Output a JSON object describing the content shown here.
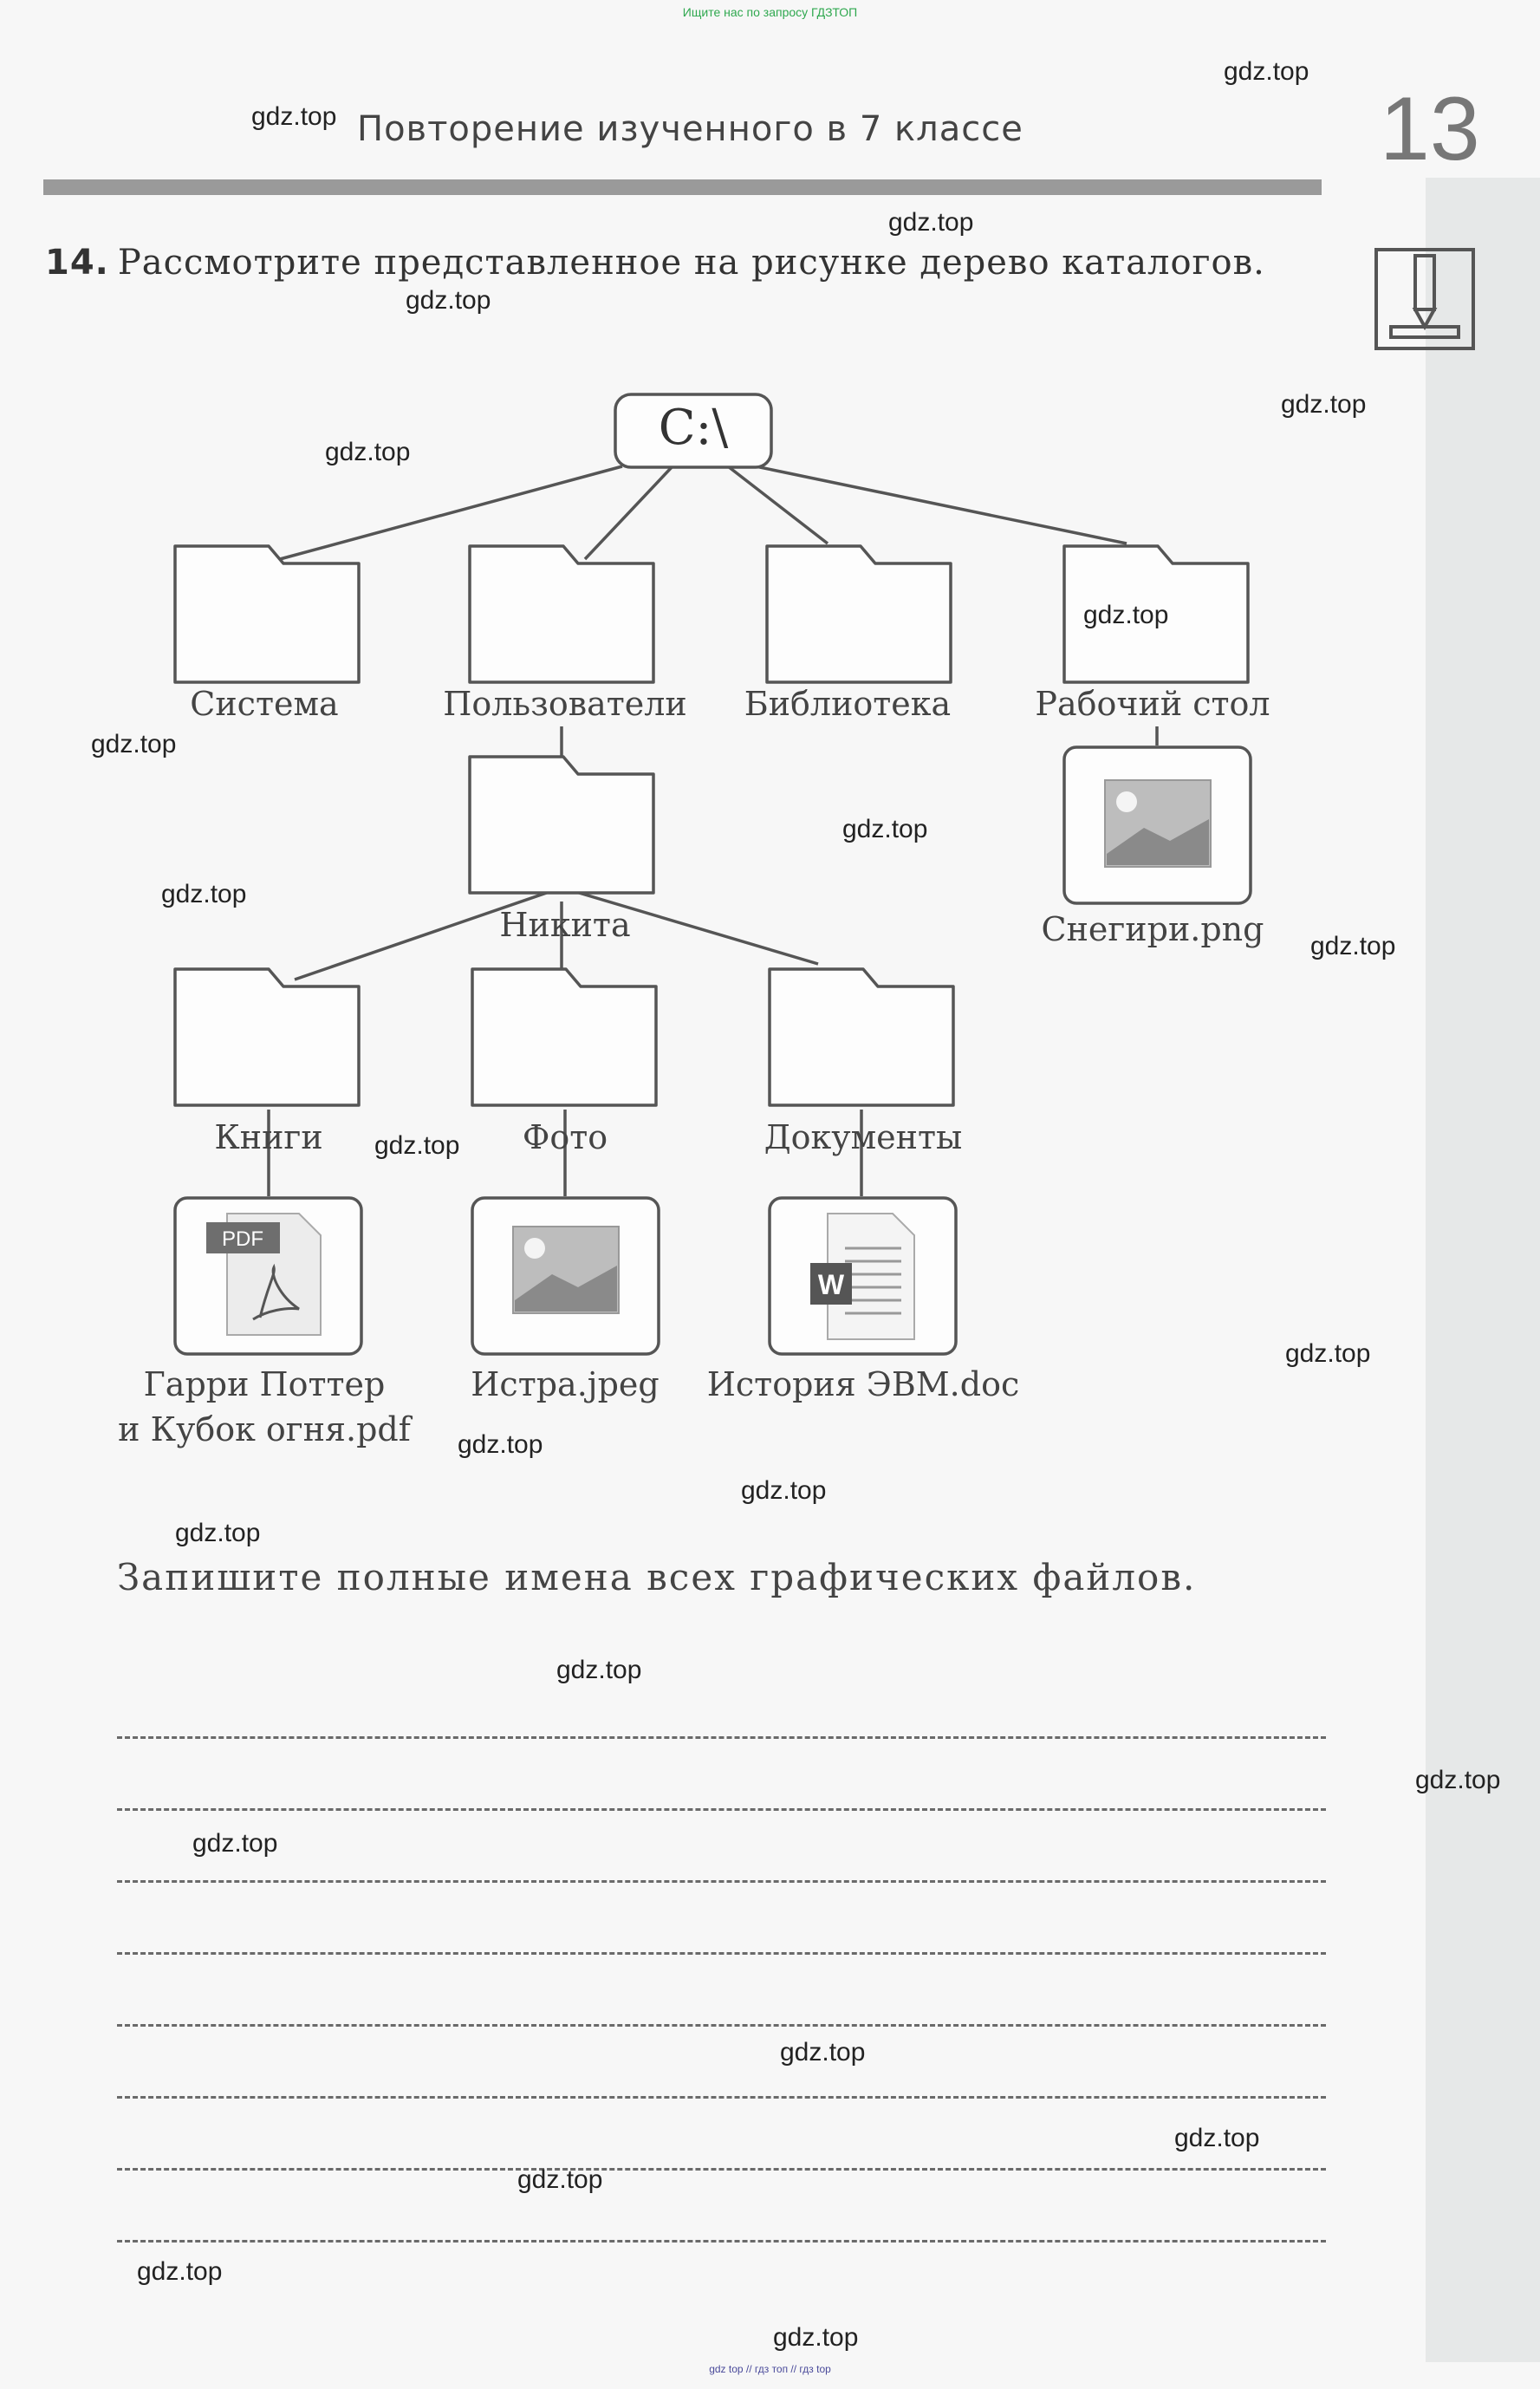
{
  "top_note": "Ищите нас по запросу ГДЗТОП",
  "header": {
    "title": "Повторение изученного в 7 классе",
    "page_number": "13"
  },
  "task": {
    "number": "14.",
    "text": "Рассмотрите представленное на рисунке дерево каталогов.",
    "question": "Запишите полные имена всех графических файлов."
  },
  "tree": {
    "root": "C:\\",
    "folders": {
      "sistema": "Система",
      "polzovateli": "Пользователи",
      "biblioteka": "Библиотека",
      "rabochiy_stol": "Рабочий стол",
      "nikita": "Никита",
      "knigi": "Книги",
      "foto": "Фото",
      "dokumenty": "Документы"
    },
    "files": {
      "snegiri": "Снегири.png",
      "harry_line1": "Гарри Поттер",
      "harry_line2": "и Кубок огня.pdf",
      "istra": "Истра.jpeg",
      "istoriya": "История ЭВМ.doc"
    },
    "icon_labels": {
      "pdf": "PDF",
      "word": "W"
    }
  },
  "answer_lines_count": 8,
  "watermark": "gdz.top",
  "bottom_note": "gdz top // гдз топ // гдз top"
}
